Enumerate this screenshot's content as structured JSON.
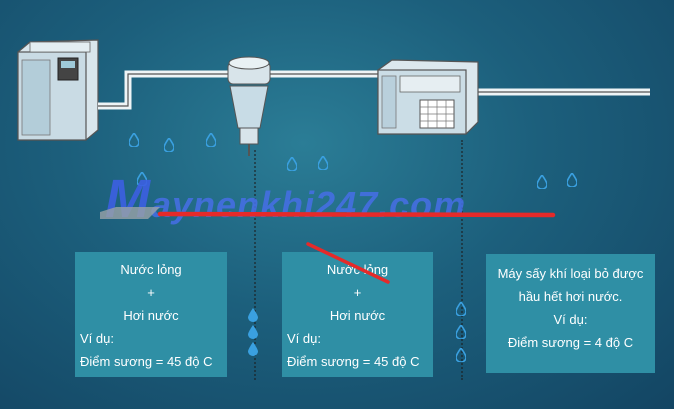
{
  "watermark": {
    "prefix": "M",
    "text": "aynenkhi247.com"
  },
  "panels": [
    {
      "line1": "Nước lỏng",
      "line2": "+",
      "line3": "Hơi nước",
      "line4": "Ví dụ:",
      "line5": "Điểm sương = 45 độ C"
    },
    {
      "line1": "Nước lỏng",
      "line2": "+",
      "line3": "Hơi nước",
      "line4": "Ví dụ:",
      "line5": "Điểm sương = 45 độ C"
    },
    {
      "line1": "Máy sấy khí loại bỏ được",
      "line2": "hầu hết hơi nước.",
      "line3": "Ví dụ:",
      "line4": "Điểm sương = 4 độ C"
    }
  ],
  "colors": {
    "panel": "#2f8fa5",
    "drop": "#3aa0e0",
    "strike": "#e52a2a"
  }
}
